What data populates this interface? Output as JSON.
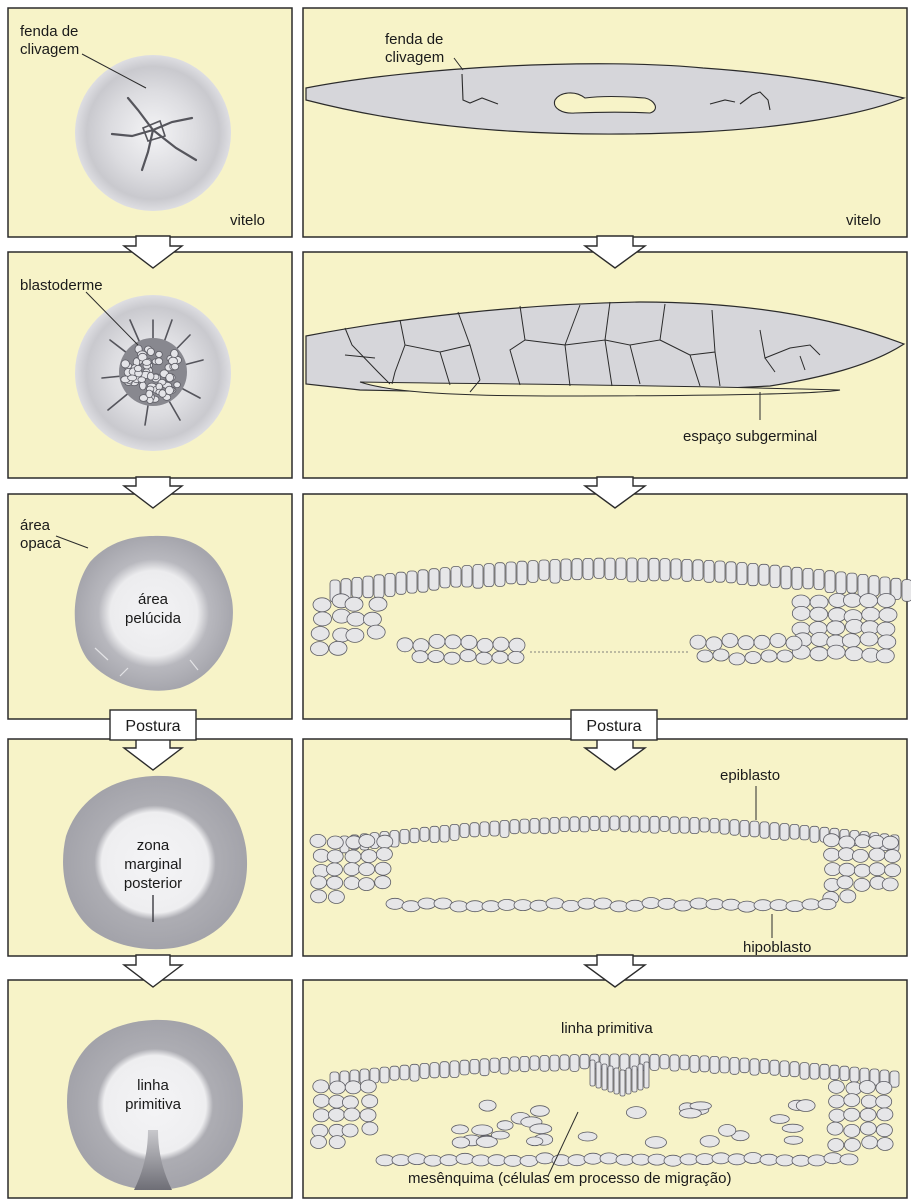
{
  "colors": {
    "panel_bg": "#f7f3c8",
    "panel_border": "#2b2b2b",
    "disc": "#d6d6d8",
    "disc_dark": "#a9a9ad",
    "disc_light": "#f0f0f2",
    "cell_fill": "#e6e6e8",
    "cell_stroke": "#5c5c64",
    "arrow_fill": "#ffffff"
  },
  "stages": [
    {
      "id": "clivagem",
      "left_labels": [
        "fenda de clivagem",
        "vitelo"
      ],
      "right_labels": [
        "fenda de clivagem",
        "vitelo"
      ]
    },
    {
      "id": "blastoderme",
      "left_labels": [
        "blastoderme"
      ],
      "right_labels": [
        "espaço subgerminal"
      ]
    },
    {
      "id": "area",
      "left_labels": [
        "área opaca",
        "área pelúcida"
      ],
      "right_labels": []
    },
    {
      "id": "zona",
      "left_labels": [
        "zona marginal posterior"
      ],
      "right_labels": [
        "epiblasto",
        "hipoblasto"
      ]
    },
    {
      "id": "linha",
      "left_labels": [
        "linha primitiva"
      ],
      "right_labels": [
        "linha primitiva",
        "mesênquima (células em processo de migração)"
      ]
    }
  ],
  "text": {
    "s1_left_label_line1": "fenda de",
    "s1_left_label_line2": "clivagem",
    "s1_left_vitelo": "vitelo",
    "s1_right_label_line1": "fenda de",
    "s1_right_label_line2": "clivagem",
    "s1_right_vitelo": "vitelo",
    "s2_left_label": "blastoderme",
    "s2_right_label": "espaço subgerminal",
    "s3_area_opaca_line1": "área",
    "s3_area_opaca_line2": "opaca",
    "s3_area_pelucida_line1": "área",
    "s3_area_pelucida_line2": "pelúcida",
    "postura_left": "Postura",
    "postura_right": "Postura",
    "s4_zona_line1": "zona",
    "s4_zona_line2": "marginal",
    "s4_zona_line3": "posterior",
    "s4_epiblasto": "epiblasto",
    "s4_hipoblasto": "hipoblasto",
    "s5_linha_line1": "linha",
    "s5_linha_line2": "primitiva",
    "s5_right_linha": "linha primitiva",
    "s5_mesenquima": "mesênquima (células em processo de migração)"
  }
}
